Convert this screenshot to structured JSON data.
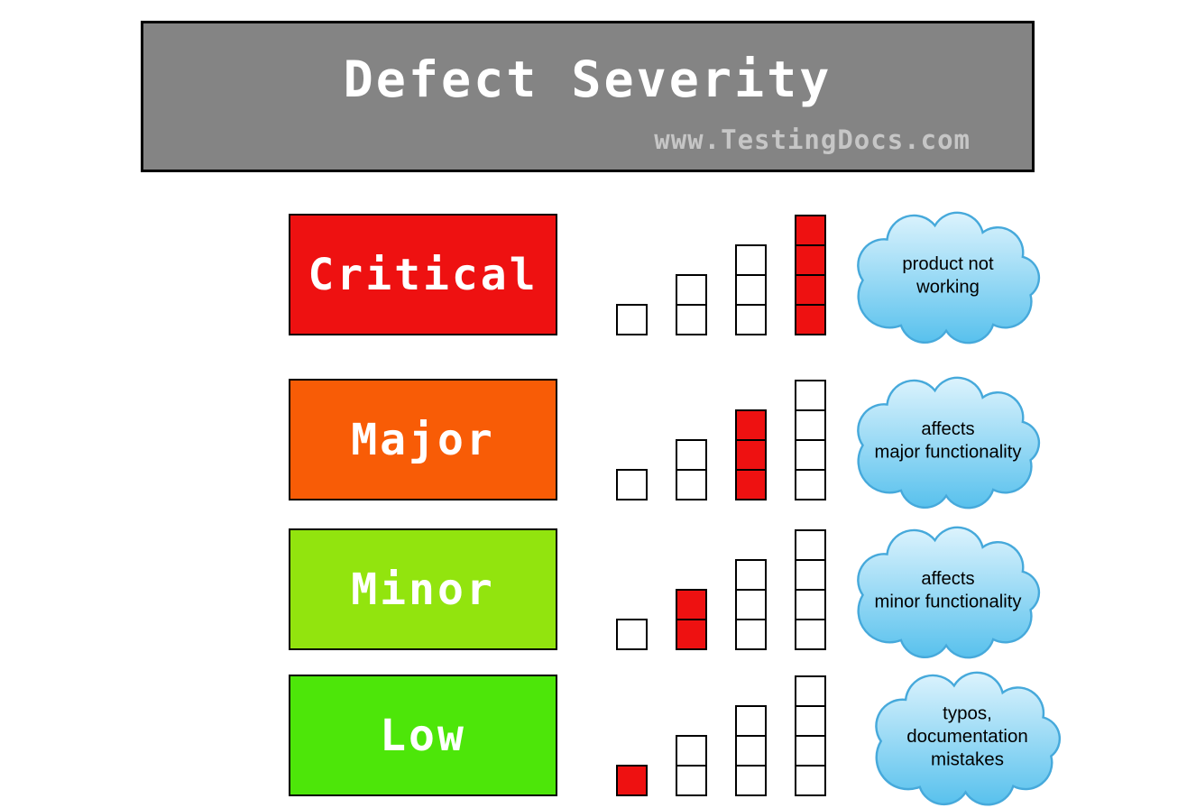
{
  "header": {
    "title": "Defect Severity",
    "website": "www.TestingDocs.com",
    "bg_color": "#848484"
  },
  "colors": {
    "cloud_fill_top": "#dcf3fd",
    "cloud_fill_bottom": "#58c1ed",
    "cloud_stroke": "#46a9db",
    "filled_square": "#ee1111",
    "empty_square": "#ffffff"
  },
  "rows": [
    {
      "label": "Critical",
      "box_color": "#ee1111",
      "bar_heights": [
        1,
        2,
        3,
        4
      ],
      "filled_column": 3,
      "filled_color": "#ee1111",
      "cloud_lines": [
        "product not",
        "working"
      ]
    },
    {
      "label": "Major",
      "box_color": "#f85c06",
      "bar_heights": [
        1,
        2,
        3,
        4
      ],
      "filled_column": 2,
      "filled_color": "#ee1111",
      "cloud_lines": [
        "affects",
        "major functionality"
      ]
    },
    {
      "label": "Minor",
      "box_color": "#92e40e",
      "bar_heights": [
        1,
        2,
        3,
        4
      ],
      "filled_column": 1,
      "filled_color": "#ee1111",
      "cloud_lines": [
        "affects",
        "minor functionality"
      ]
    },
    {
      "label": "Low",
      "box_color": "#4de609",
      "bar_heights": [
        1,
        2,
        3,
        4
      ],
      "filled_column": 0,
      "filled_color": "#ee1111",
      "cloud_lines": [
        "typos,",
        "documentation",
        "mistakes"
      ]
    }
  ]
}
